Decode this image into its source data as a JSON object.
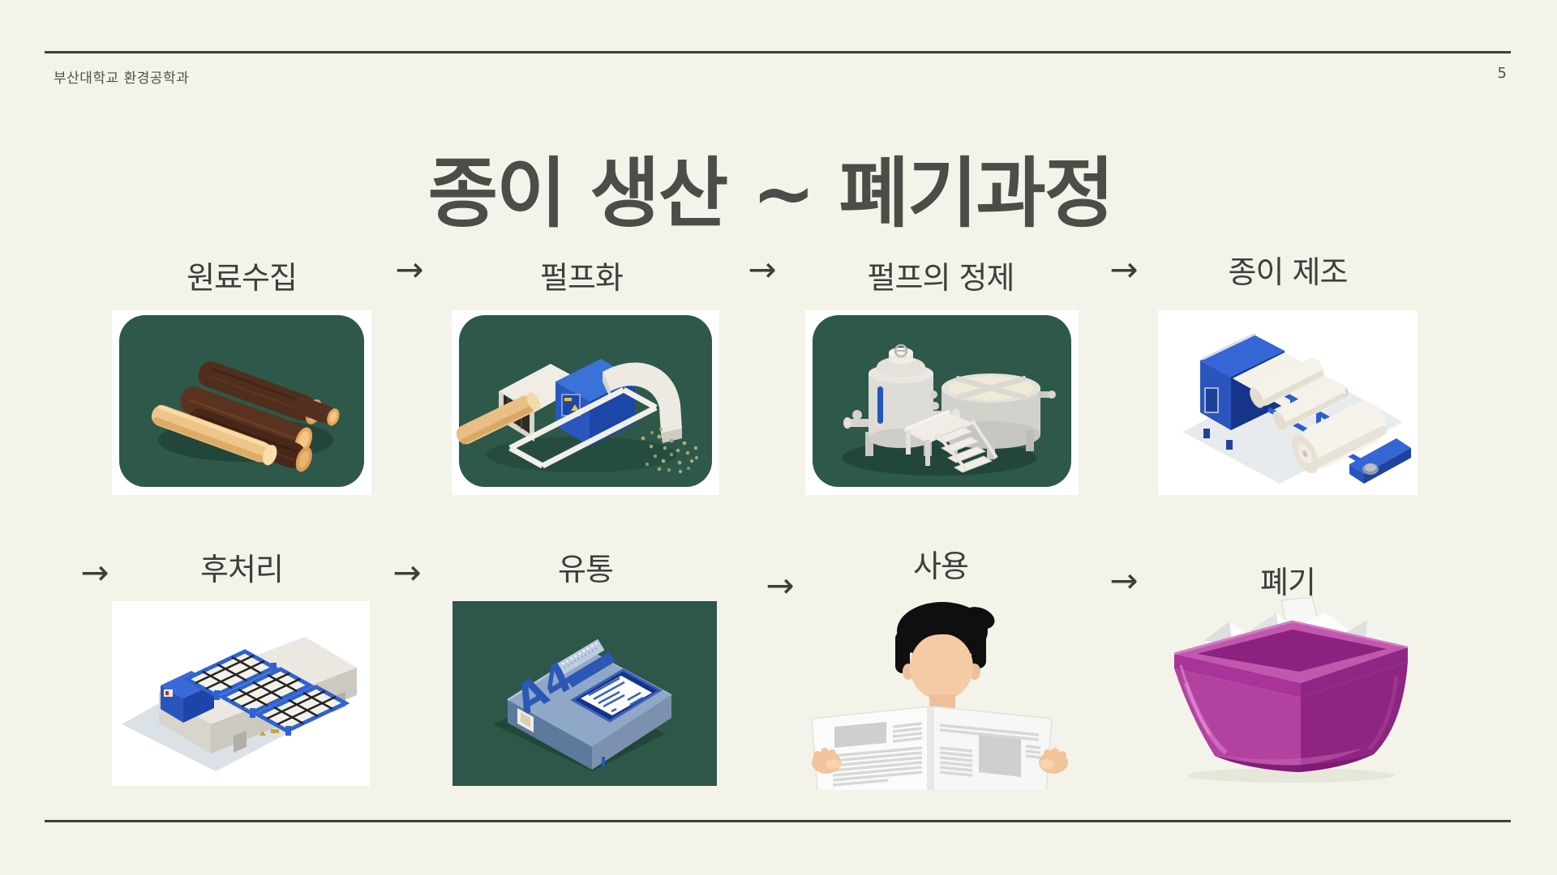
{
  "slide": {
    "background_color": "#f3f3ea",
    "rule_color": "#3e3e3a",
    "header": {
      "affiliation": "부산대학교 환경공학과",
      "page_number": "5"
    },
    "title": "종이 생산 ~ 폐기과정"
  },
  "process": {
    "arrow_glyph": "→",
    "steps": [
      {
        "label": "원료수집",
        "illustration": "wood-logs"
      },
      {
        "label": "펄프화",
        "illustration": "wood-chipper-machine"
      },
      {
        "label": "펄프의 정제",
        "illustration": "pulp-refining-tanks"
      },
      {
        "label": "종이 제조",
        "illustration": "paper-making-machine"
      },
      {
        "label": "후처리",
        "illustration": "paper-finishing-machine"
      },
      {
        "label": "유통",
        "illustration": "a4-paper-ream-box",
        "box_text": "A4"
      },
      {
        "label": "사용",
        "illustration": "person-reading-newspaper"
      },
      {
        "label": "폐기",
        "illustration": "waste-paper-bin"
      }
    ]
  },
  "colors": {
    "card_green": "#2e5849",
    "machine_blue": "#2f62c8",
    "bin_magenta": "#b2429f"
  }
}
